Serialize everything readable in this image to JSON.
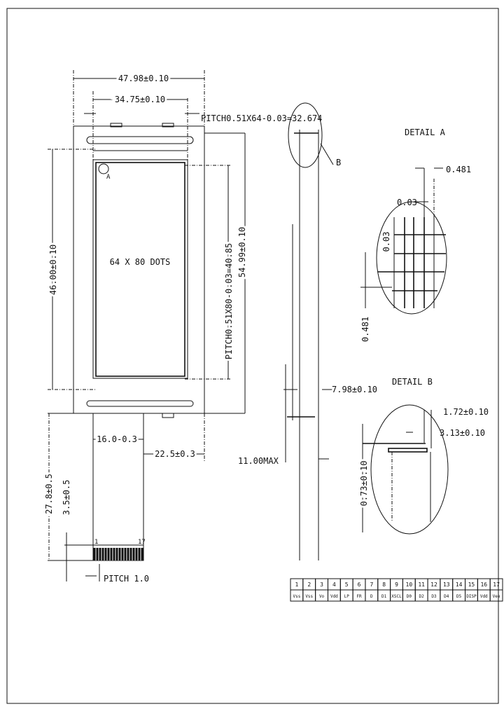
{
  "front_view": {
    "label_detail_a_marker": "A",
    "dots_label": "64 X 80 DOTS",
    "dim_outer_width": "47.98±0.10",
    "dim_viewing_width": "34.75±0.10",
    "dim_pitch_horizontal": "PITCH0.51X64-0.03=32.674",
    "dim_height_viewing": "46.00±0.10",
    "dim_pitch_vertical": "PITCH0.51X80-0.03=40.85",
    "dim_outer_height": "54.99±0.10",
    "dim_fpc_width": "16.0-0.3",
    "dim_fpc_offset": "22.5±0.3",
    "dim_fpc_length": "27.8±0.5",
    "dim_fpc_contact": "3.5±0.5",
    "dim_pitch_fpc": "PITCH 1.0",
    "fpc_pin_first": "1",
    "fpc_pin_last": "17"
  },
  "side_view": {
    "label_detail_b_marker": "B",
    "dim_thickness": "7.98±0.10",
    "dim_max": "11.00MAX"
  },
  "detail_a": {
    "title": "DETAIL A",
    "dim_pitch": "0.481",
    "dim_gap_h": "0.03",
    "dim_gap_v": "0.03",
    "dim_pitch_v": "0.481"
  },
  "detail_b": {
    "title": "DETAIL B",
    "dim_a": "1.72±0.10",
    "dim_b": "3.13±0.10",
    "dim_c": "0.73±0.10"
  },
  "pin_table": {
    "numbers": [
      "1",
      "2",
      "3",
      "4",
      "5",
      "6",
      "7",
      "8",
      "9",
      "10",
      "11",
      "12",
      "13",
      "14",
      "15",
      "16",
      "17"
    ],
    "signals": [
      "Vss",
      "Vss",
      "Vo",
      "Vdd",
      "LP",
      "FR",
      "D",
      "D1",
      "XSCL",
      "D0",
      "D2",
      "D3",
      "D4",
      "D5",
      "DISP",
      "Vdd",
      "Vee"
    ]
  }
}
